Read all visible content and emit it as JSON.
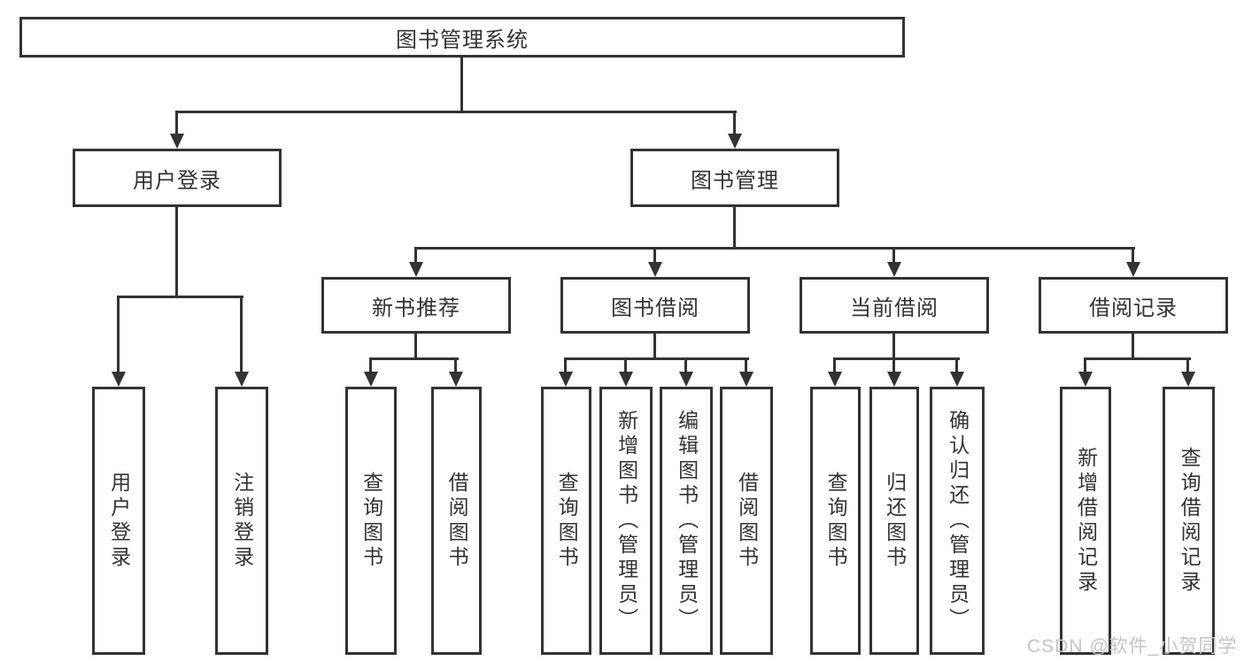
{
  "diagram": {
    "root": "图书管理系统",
    "login": {
      "label": "用户登录",
      "leaf1": "用户登录",
      "leaf2": "注销登录"
    },
    "mgmt": {
      "label": "图书管理"
    },
    "newbook": {
      "label": "新书推荐",
      "leaf1": "查询图书",
      "leaf2": "借阅图书"
    },
    "borrow": {
      "label": "图书借阅",
      "leaf1": "查询图书",
      "leaf2": "新增图书（管理员）",
      "leaf3": "编辑图书（管理员）",
      "leaf4": "借阅图书"
    },
    "current": {
      "label": "当前借阅",
      "leaf1": "查询图书",
      "leaf2": "归还图书",
      "leaf3": "确认归还（管理员）"
    },
    "records": {
      "label": "借阅记录",
      "leaf1": "新增借阅记录",
      "leaf2": "查询借阅记录"
    }
  },
  "watermark": "CSDN @软件_小贺同学",
  "colors": {
    "line": "#333333",
    "box_border": "#333333",
    "text": "#333333",
    "watermark": "#c5c5c5",
    "background": "#ffffff"
  }
}
